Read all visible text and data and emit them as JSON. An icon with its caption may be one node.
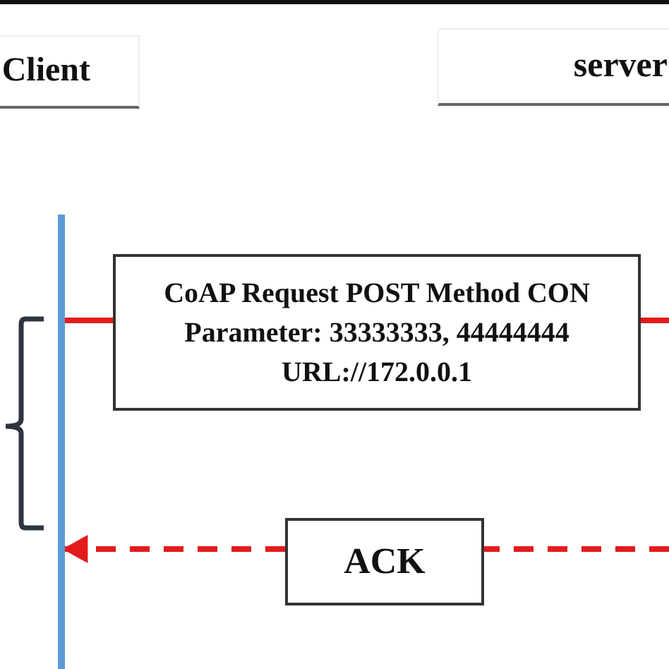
{
  "diagram": {
    "nodes": [
      {
        "text": [
          "Client"
        ]
      },
      {
        "text": [
          "server"
        ]
      },
      {
        "text": [],
        "shape": "bar"
      },
      {
        "text": [
          "CoAP Request POST Method CON",
          "Parameter: 33333333, 44444444",
          "URL://172.0.0.1"
        ]
      },
      {
        "text": [
          "ACK"
        ]
      }
    ],
    "edges": [
      {
        "from": 2,
        "to": 3,
        "arrow": "none",
        "color": "#e31b1b"
      },
      {
        "from": 3,
        "to": null,
        "arrow": "none",
        "color": "#e31b1b"
      },
      {
        "from": null,
        "to": 4,
        "arrow": "none",
        "style": "dashed",
        "color": "#e31b1b"
      },
      {
        "from": 4,
        "to": 2,
        "arrow": "to",
        "style": "dashed",
        "color": "#e31b1b"
      }
    ]
  }
}
